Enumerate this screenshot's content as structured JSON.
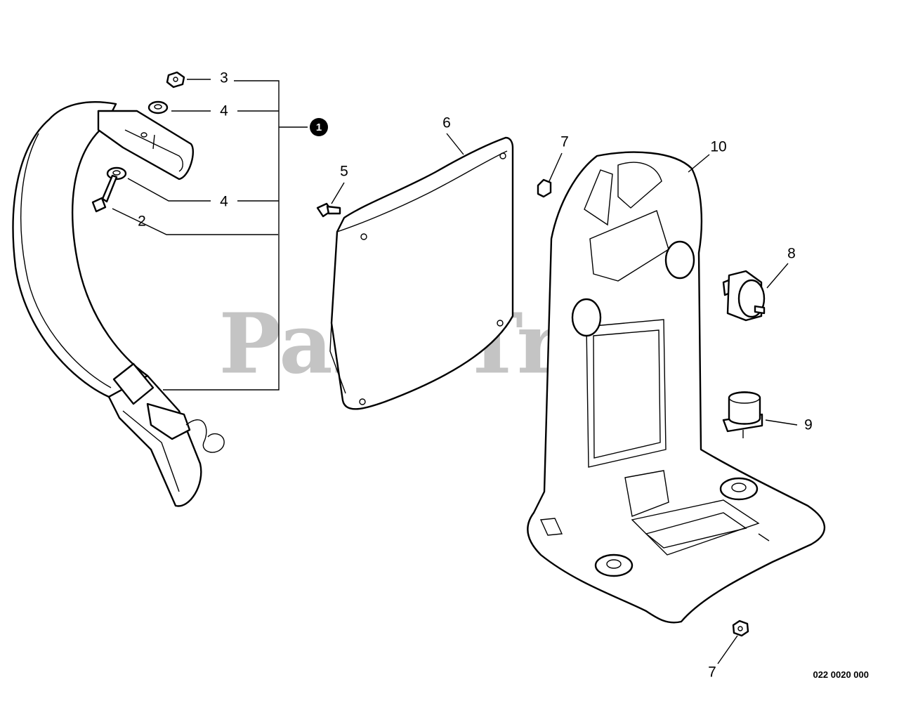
{
  "watermark": {
    "text": "PartsTree",
    "trademark": "™"
  },
  "diagram_code": "022 0020 000",
  "assembly_badge": "1",
  "callouts": {
    "c3": "3",
    "c4a": "4",
    "c4b": "4",
    "c2": "2",
    "c5": "5",
    "c6": "6",
    "c7a": "7",
    "c10": "10",
    "c8": "8",
    "c9": "9",
    "c7b": "7"
  }
}
